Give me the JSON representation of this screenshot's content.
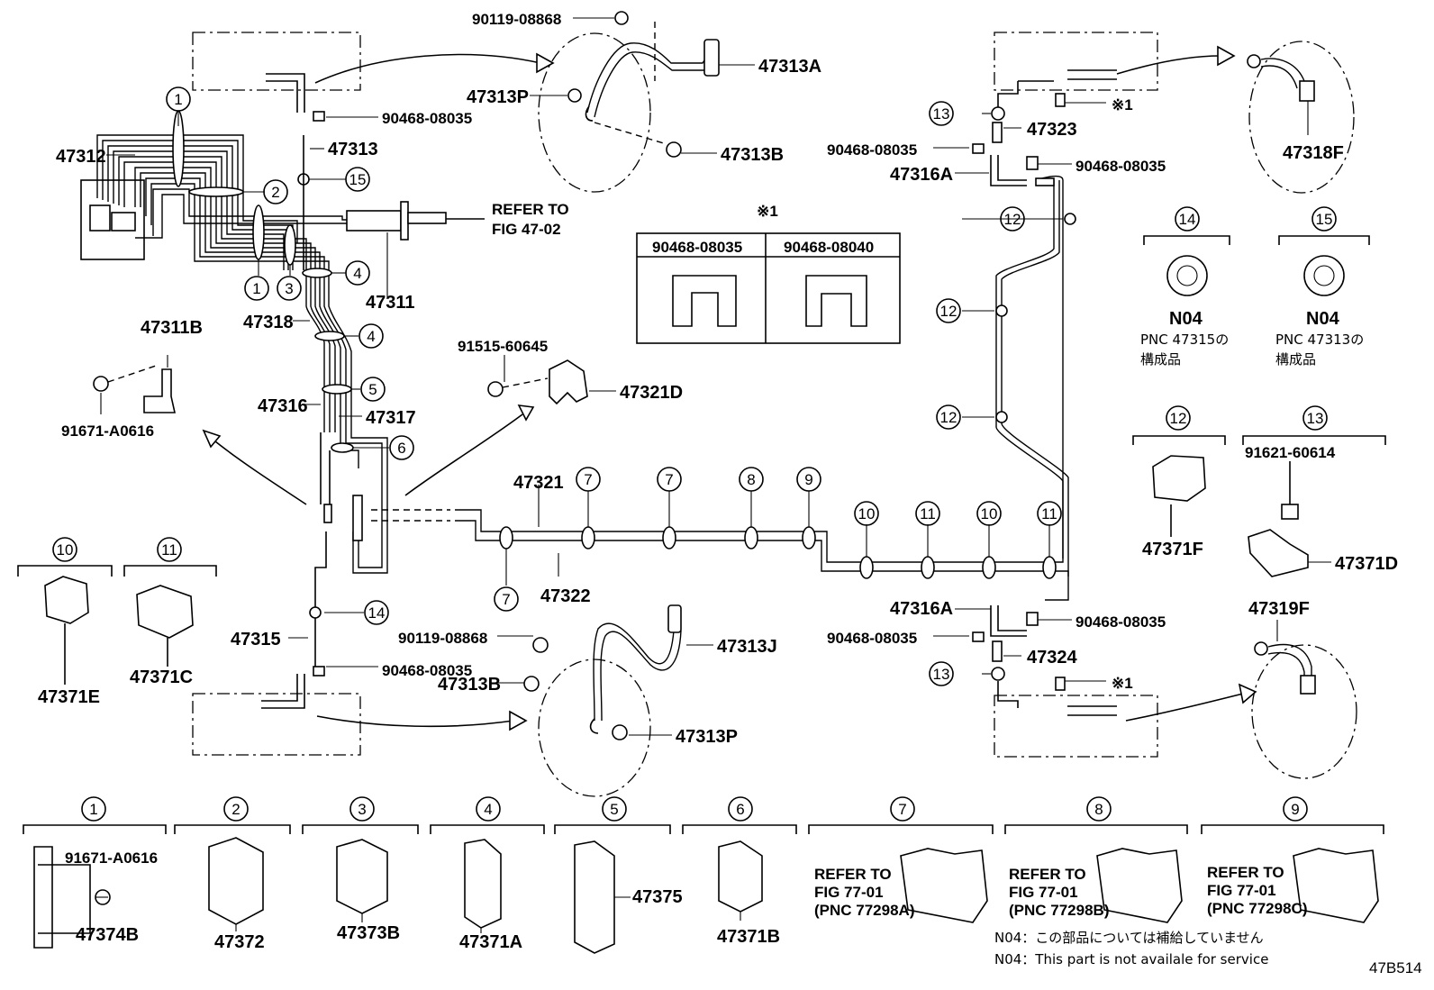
{
  "diagram_code": "47B514",
  "notes": {
    "n04_ja": "N04：この部品については補給していません",
    "n04_en": "N04：This part is not availale for service"
  },
  "legend_table": {
    "marker": "※1",
    "col1": "90468-08035",
    "col2": "90468-08040"
  },
  "refer_top": [
    "REFER TO",
    "FIG 47-02"
  ],
  "refer_7": [
    "REFER TO",
    "FIG 77-01",
    "(PNC 77298A)"
  ],
  "refer_8": [
    "REFER TO",
    "FIG 77-01",
    "(PNC 77298B)"
  ],
  "refer_9": [
    "REFER TO",
    "FIG 77-01",
    "(PNC 77298C)"
  ],
  "n04_14": [
    "N04",
    "PNC 47315の",
    "構成品"
  ],
  "n04_15": [
    "N04",
    "PNC 47313の",
    "構成品"
  ],
  "circle_nums": [
    "1",
    "2",
    "3",
    "4",
    "5",
    "6",
    "7",
    "8",
    "9",
    "10",
    "11",
    "12",
    "13",
    "14",
    "15"
  ],
  "labels": {
    "p90119a": "90119-08868",
    "p47313A": "47313A",
    "p47313P_top": "47313P",
    "p90468_a": "90468-08035",
    "p47313B_top": "47313B",
    "p47312": "47312",
    "p47313": "47313",
    "p47311": "47311",
    "p47318": "47318",
    "p47311B": "47311B",
    "p91671_a": "91671-A0616",
    "p47316": "47316",
    "p47317": "47317",
    "p91515": "91515-60645",
    "p47321D": "47321D",
    "p47321": "47321",
    "p47322": "47322",
    "p47315": "47315",
    "p90468_b": "90468-08035",
    "p90119b": "90119-08868",
    "p47313J": "47313J",
    "p47313B_bot": "47313B",
    "p47313P_bot": "47313P",
    "p47371E": "47371E",
    "p47371C": "47371C",
    "p47323": "47323",
    "p_ref1_top": "※1",
    "p90468_c": "90468-08035",
    "p90468_d": "90468-08035",
    "p47316A_top": "47316A",
    "p47318F": "47318F",
    "p47371F": "47371F",
    "p91621": "91621-60614",
    "p47371D": "47371D",
    "p47316A_bot": "47316A",
    "p90468_e": "90468-08035",
    "p90468_f": "90468-08035",
    "p47324": "47324",
    "p_ref1_bot": "※1",
    "p47319F": "47319F",
    "p91671_b": "91671-A0616",
    "p47374B": "47374B",
    "p47372": "47372",
    "p47373B": "47373B",
    "p47371A": "47371A",
    "p47375": "47375",
    "p47371B": "47371B"
  }
}
